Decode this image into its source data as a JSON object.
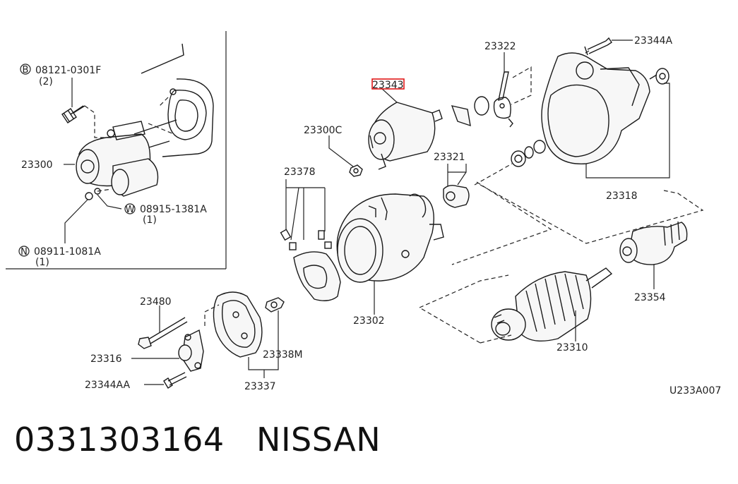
{
  "inset": {
    "bolt_ref": "08121-0301F",
    "bolt_qty": "(2)",
    "bolt_prefix": "B",
    "starter_label": "23300",
    "washer_prefix": "W",
    "washer_ref": "08915-1381A",
    "washer_qty": "(1)",
    "nut_prefix": "N",
    "nut_ref": "08911-1081A",
    "nut_qty": "(1)"
  },
  "parts": {
    "p23343": "23343",
    "p23300c": "23300C",
    "p23322": "23322",
    "p23344a": "23344A",
    "p23321": "23321",
    "p23318": "23318",
    "p23378": "23378",
    "p23302": "23302",
    "p23354": "23354",
    "p23310": "23310",
    "p23480": "23480",
    "p23316": "23316",
    "p23344aa": "23344AA",
    "p23338m": "23338M",
    "p23337": "23337"
  },
  "highlight": {
    "part": "23343",
    "color": "#e01818"
  },
  "figure_code": "U233A007",
  "caption": "0331303164   NISSAN"
}
